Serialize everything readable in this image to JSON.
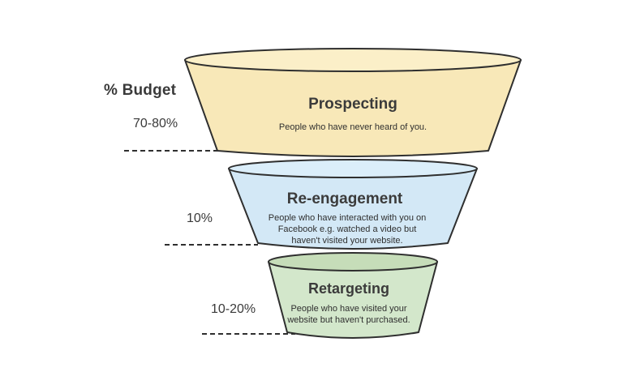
{
  "budget_label": "% Budget",
  "colors": {
    "stroke": "#2f2f2f",
    "prospecting_fill": "#f8e8b8",
    "prospecting_rim": "#fbefc8",
    "reengagement_fill": "#d3e8f6",
    "reengagement_rim": "#dbeefa",
    "retargeting_fill": "#d3e7cb",
    "retargeting_rim": "#c6ddb9"
  },
  "stages": [
    {
      "title": "Prospecting",
      "description": "People who have never heard of you.",
      "budget": "70-80%"
    },
    {
      "title": "Re-engagement",
      "description": "People who have interacted with you on Facebook e.g. watched a video but haven't visited your website.",
      "budget": "10%"
    },
    {
      "title": "Retargeting",
      "description": "People who have visited your website but haven't purchased.",
      "budget": "10-20%"
    }
  ]
}
